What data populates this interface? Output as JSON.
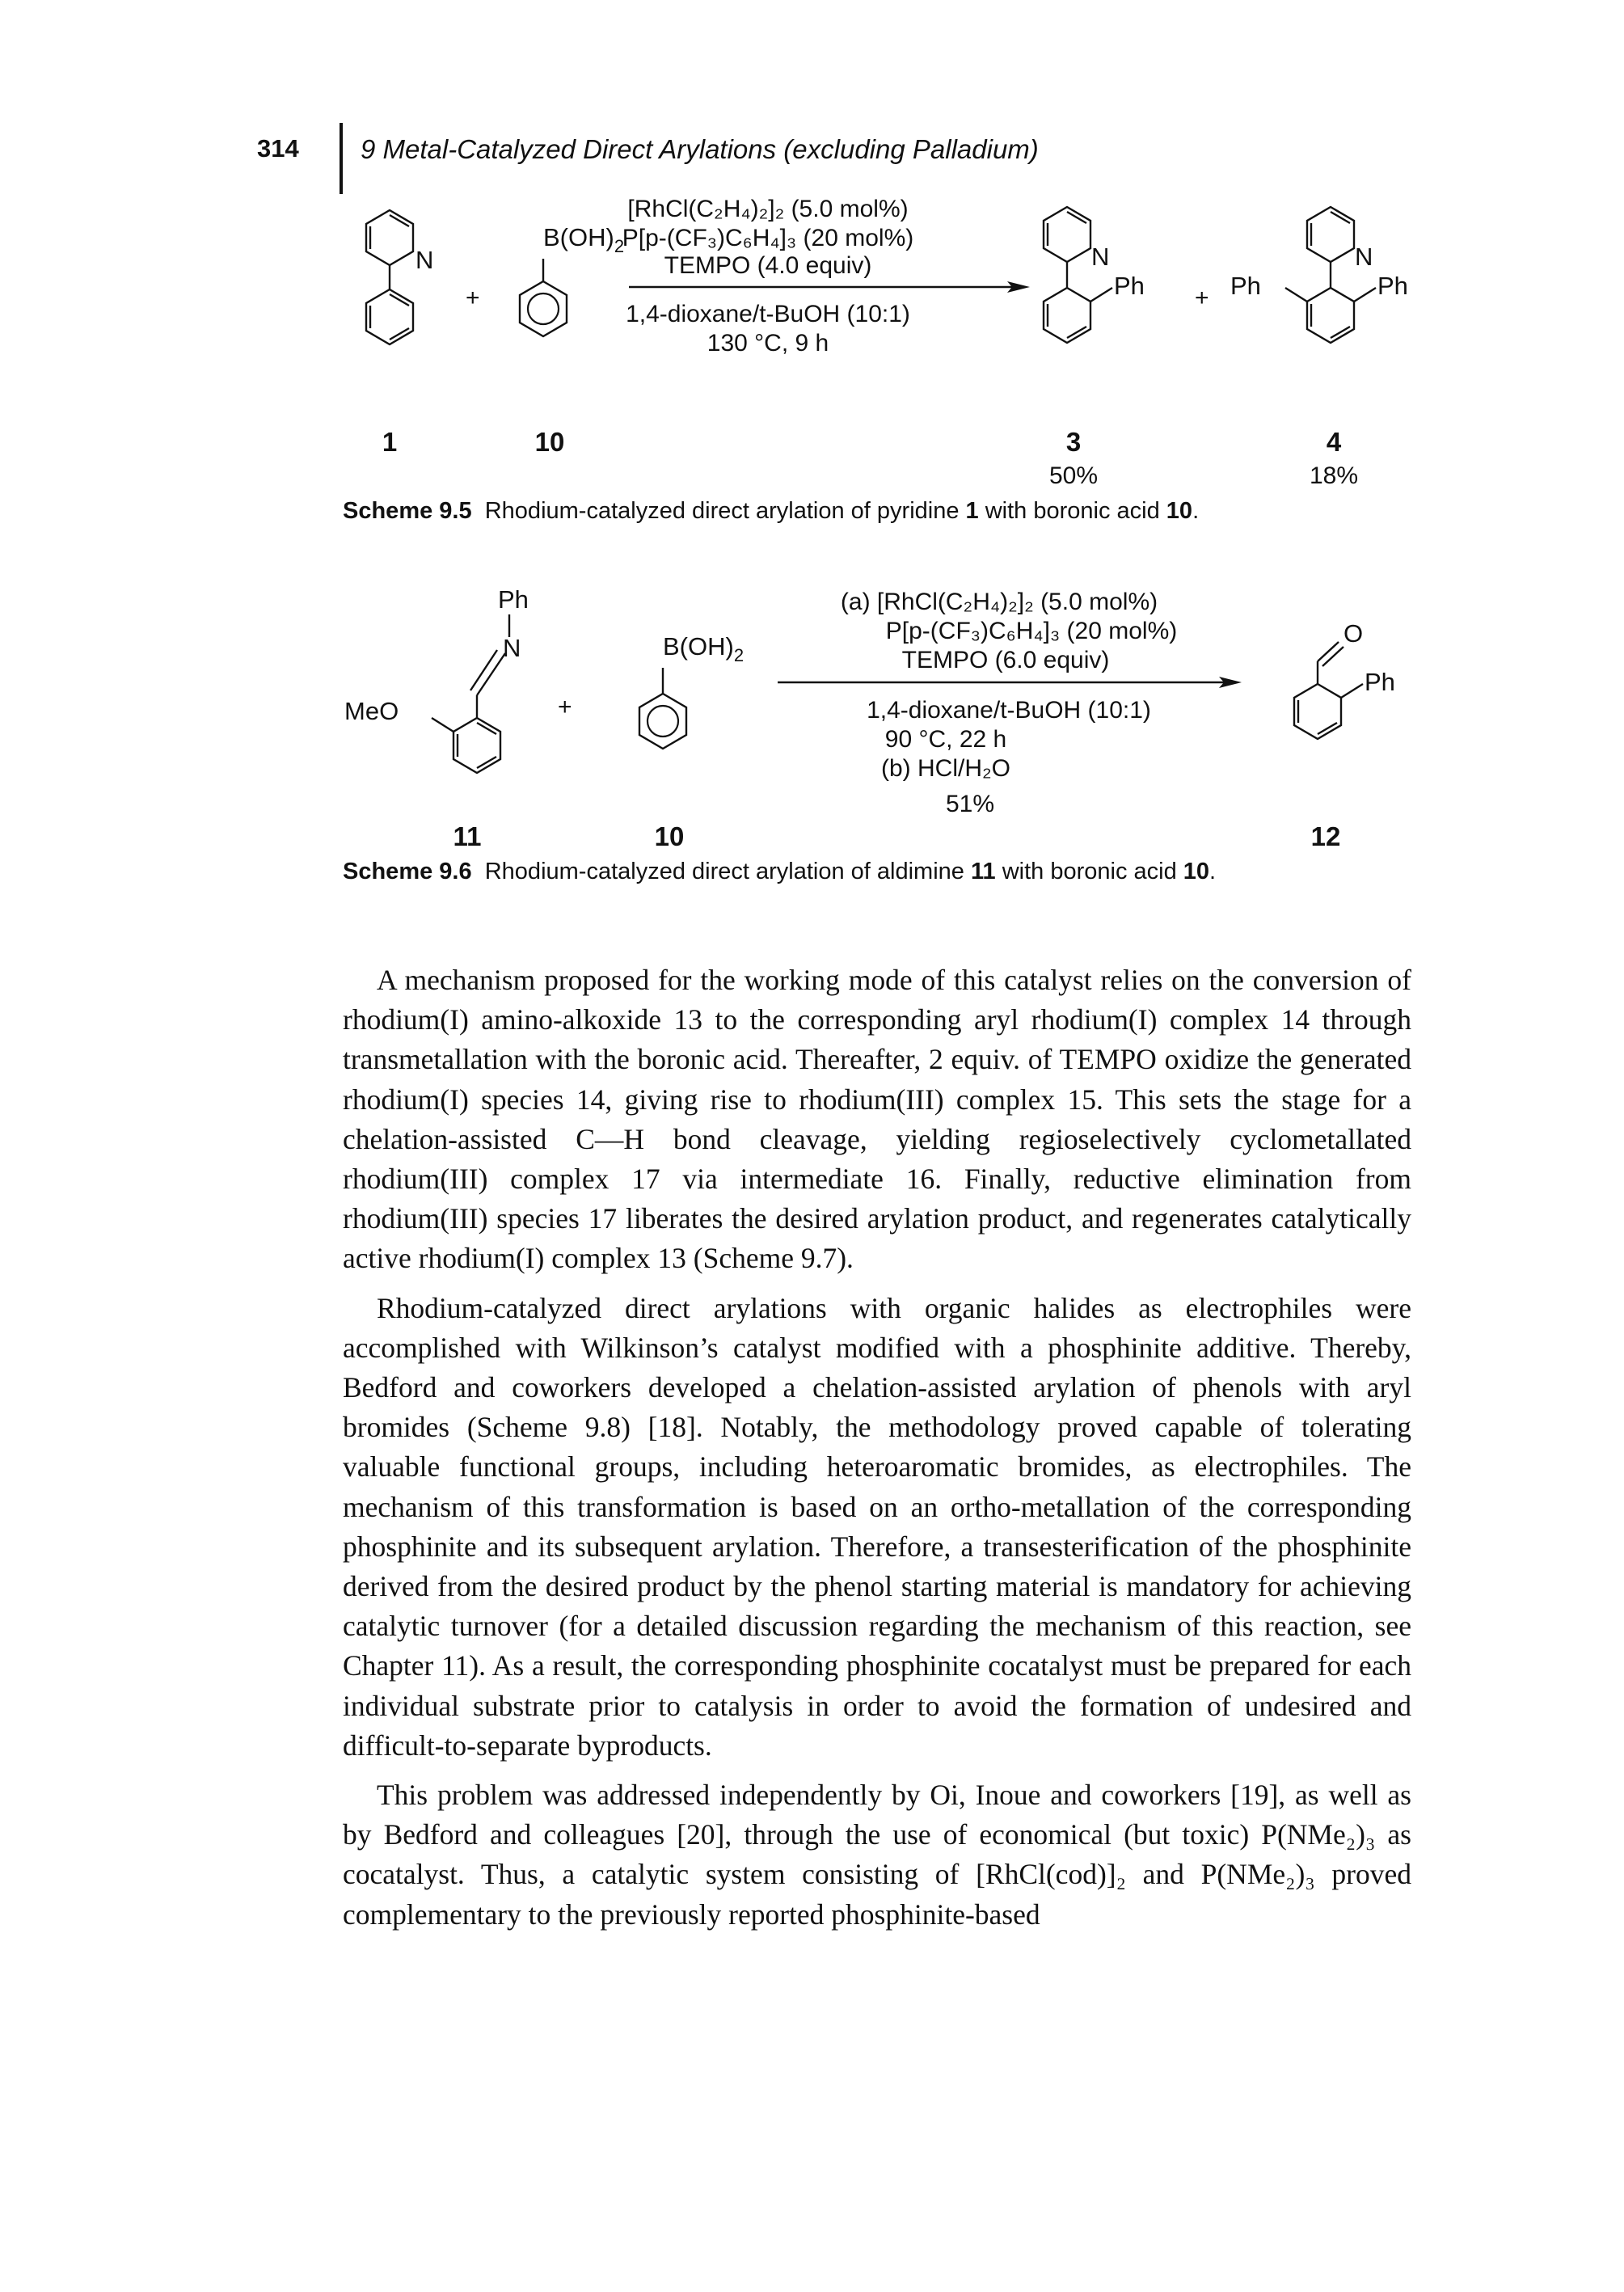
{
  "header": {
    "page_number": "314",
    "running_title": "9 Metal-Catalyzed Direct Arylations (excluding Palladium)"
  },
  "scheme_9_5": {
    "reagent_boronic": "B(OH)",
    "reagent_boronic_sub": "2",
    "plus": "+",
    "conditions_above": [
      "[RhCl(C₂H₄)₂]₂ (5.0 mol%)",
      "P[p-(CF₃)C₆H₄]₃ (20 mol%)",
      "TEMPO (4.0 equiv)"
    ],
    "conditions_below": [
      "1,4-dioxane/t-BuOH (10:1)",
      "130 °C, 9 h"
    ],
    "atom_n": "N",
    "atom_ph": "Ph",
    "compound_labels": [
      "1",
      "10",
      "3",
      "4"
    ],
    "yields": [
      "50%",
      "18%"
    ],
    "caption_label": "Scheme 9.5",
    "caption_text_1": "Rhodium-catalyzed direct arylation of pyridine ",
    "caption_num_1": "1",
    "caption_text_2": " with boronic acid ",
    "caption_num_2": "10",
    "caption_text_3": "."
  },
  "scheme_9_6": {
    "reagent_boronic": "B(OH)",
    "reagent_boronic_sub": "2",
    "plus": "+",
    "atom_ph": "Ph",
    "atom_n": "N",
    "atom_o": "O",
    "atom_meo": "MeO",
    "conditions_above": [
      "(a) [RhCl(C₂H₄)₂]₂ (5.0 mol%)",
      "P[p-(CF₃)C₆H₄]₃ (20 mol%)",
      "TEMPO (6.0 equiv)"
    ],
    "conditions_below": [
      "1,4-dioxane/t-BuOH (10:1)",
      "90 °C, 22 h",
      "(b) HCl/H₂O"
    ],
    "yield": "51%",
    "compound_labels": [
      "11",
      "10",
      "12"
    ],
    "caption_label": "Scheme 9.6",
    "caption_text_1": "Rhodium-catalyzed direct arylation of aldimine ",
    "caption_num_1": "11",
    "caption_text_2": " with boronic acid ",
    "caption_num_2": "10",
    "caption_text_3": "."
  },
  "paragraphs": [
    "A mechanism proposed for the working mode of this catalyst relies on the conversion of rhodium(I) amino-alkoxide 13 to the corresponding aryl rhodium(I) complex 14 through transmetallation with the boronic acid. Thereafter, 2 equiv. of TEMPO oxidize the generated rhodium(I) species 14, giving rise to rhodium(III) complex 15. This sets the stage for a chelation-assisted C—H bond cleavage, yielding regioselectively cyclometallated rhodium(III) complex 17 via intermediate 16. Finally, reductive elimination from rhodium(III) species 17 liberates the desired arylation product, and regenerates catalytically active rhodium(I) complex 13 (Scheme 9.7).",
    "Rhodium-catalyzed direct arylations with organic halides as electrophiles were accomplished with Wilkinson’s catalyst modified with a phosphinite additive. Thereby, Bedford and coworkers developed a chelation-assisted arylation of phenols with aryl bromides (Scheme 9.8) [18]. Notably, the methodology proved capable of tolerating valuable functional groups, including heteroaromatic bromides, as electrophiles. The mechanism of this transformation is based on an ortho-metallation of the corresponding phosphinite and its subsequent arylation. Therefore, a transesterification of the phosphinite derived from the desired product by the phenol starting material is mandatory for achieving catalytic turnover (for a detailed discussion regarding the mechanism of this reaction, see Chapter 11). As a result, the corresponding phosphinite cocatalyst must be prepared for each individual substrate prior to catalysis in order to avoid the formation of undesired and difficult-to-separate byproducts.",
    "This problem was addressed independently by Oi, Inoue and coworkers [19], as well as by Bedford and colleagues [20], through the use of economical (but toxic) P(NMe₂)₃ as cocatalyst. Thus, a catalytic system consisting of [RhCl(cod)]₂ and P(NMe₂)₃ proved complementary to the previously reported phosphinite-based"
  ]
}
